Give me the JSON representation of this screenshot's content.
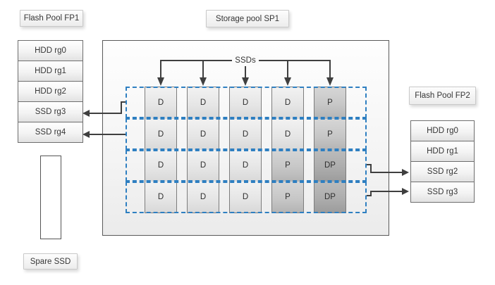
{
  "colors": {
    "dash_blue": "#2E7FC1",
    "line_dark": "#3f3f3f"
  },
  "fp1": {
    "label": "Flash Pool FP1",
    "groups": [
      "HDD rg0",
      "HDD rg1",
      "HDD rg2",
      "SSD rg3",
      "SSD rg4"
    ]
  },
  "fp2": {
    "label": "Flash Pool FP2",
    "groups": [
      "HDD rg0",
      "HDD rg1",
      "SSD rg2",
      "SSD rg3"
    ]
  },
  "storage_pool": {
    "label": "Storage pool SP1",
    "ssds_label": "SSDs",
    "columns": [
      {
        "cells": [
          "D",
          "D",
          "D",
          "D"
        ]
      },
      {
        "cells": [
          "D",
          "D",
          "D",
          "D"
        ]
      },
      {
        "cells": [
          "D",
          "D",
          "D",
          "D"
        ]
      },
      {
        "cells": [
          "D",
          "D",
          "P",
          "P"
        ]
      },
      {
        "cells": [
          "P",
          "P",
          "DP",
          "DP"
        ]
      }
    ]
  },
  "spare": {
    "label": "Spare SSD"
  }
}
